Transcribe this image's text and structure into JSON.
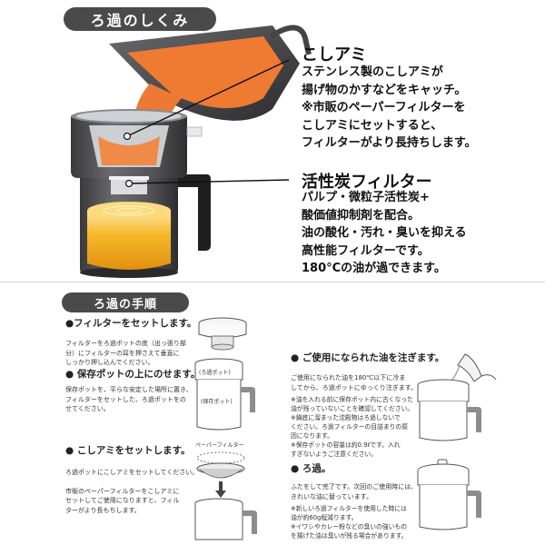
{
  "top_section": {
    "title": "ろ過のしくみ",
    "strainer": {
      "heading": "こしアミ",
      "lines": [
        "ステンレス製のこしアミが",
        "揚げ物のかすなどをキャッチ。",
        "※市販のペーパーフィルターを",
        "こしアミにセットすると、",
        "フィルターがより長持ちします。"
      ]
    },
    "filter": {
      "heading": "活性炭フィルター",
      "lines": [
        "パルプ・微粒子活性炭+",
        "酸価値抑制剤を配合。",
        "油の酸化・汚れ・臭いを抑える",
        "高性能フィルターです。",
        "180°Cの油が過できます。"
      ]
    }
  },
  "bottom_section": {
    "title": "ろ過の手順",
    "steps": [
      {
        "heading": "●フィルターをセットします。",
        "lines": [
          "フィルターをろ過ポットの底（出っ張り部",
          "分）にフィルターの耳を押さえて垂直に",
          "しっかり押し込んでください。"
        ]
      },
      {
        "heading": "● 保存ポットの上にのせます。",
        "lines": [
          "保存ポットを、平らな安定した場所に置き、",
          "フィルターをセットした、ろ過ポットをの",
          "せてください。"
        ],
        "labels": [
          "(ろ過ポット)",
          "(保存ポット)"
        ]
      },
      {
        "heading": "● こしアミをセットします。",
        "lines": [
          "ろ過ポットにこしアミをセットしてください。",
          "",
          "市販のペーパーフィルターをこしアミに",
          "セットしてご使用になりますと、フィル",
          "ターがより長もちします。"
        ],
        "labels": [
          "ペーパーフィルター"
        ]
      },
      {
        "heading": "● ご使用になられた油を注ぎます。",
        "lines": [
          "ご使用になられた油を180℃以下に冷ま",
          "してから、ろ過ポットにゆっくり注ぎます。"
        ],
        "notes": [
          "※油を入れる前に保存ポット内に古くなった",
          "油が残っていないことを確認してください。",
          "※鍋底に溜まった沈殿物はろ過しないで",
          "ください。ろ過フィルターの目詰まりの原",
          "因になります。",
          "※保存ポットの容量は約0.9ℓです。入れ",
          "すぎないようご注意ください。"
        ]
      },
      {
        "heading": "● ろ過。",
        "lines": [
          "ふたをして完了です。次回のご使用時には、",
          "きれいな油に替っています。"
        ],
        "notes": [
          "※新しいろ過フィルターを使用した時には",
          "油が約60g程減ります。",
          "※イワシやカレー粉などの臭いの強いもの",
          "を揚げた油は臭いが残る場合があります。"
        ]
      }
    ]
  },
  "colors": {
    "pill": "#4a4a4a",
    "pot": "#5a5a5c",
    "oil_orange": "#e8843a",
    "oil_yellow": "#f2b01e"
  }
}
